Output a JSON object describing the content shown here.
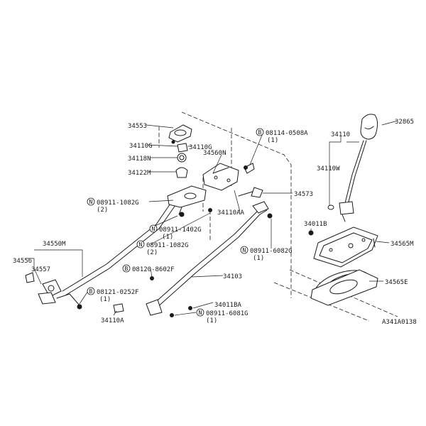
{
  "labels": {
    "p32865": "32865",
    "p34110": "34110",
    "p34110W": "34110W",
    "p34553": "34553",
    "p34110G_left": "34110G",
    "p34110G_right": "34110G",
    "p34118N": "34118N",
    "p34560N": "34560N",
    "p34122M": "34122M",
    "p08114": "08114-0508A",
    "p08114_qty": "(1)",
    "p34573": "34573",
    "p08911_1082G_a": "08911-1082G",
    "p08911_1082G_a_qty": "(2)",
    "p34110AA": "34110AA",
    "p34011B": "34011B",
    "p34565M": "34565M",
    "p08911_1402G": "08911-1402G",
    "p08911_1402G_qty": "(1)",
    "p08911_1082G_b": "08911-1082G",
    "p08911_1082G_b_qty": "(2)",
    "p08911_6082G": "08911-6082G",
    "p08911_6082G_qty": "(1)",
    "p34550M": "34550M",
    "p34556": "34556",
    "p34557": "34557",
    "p08120": "08120-8602F",
    "p34103": "34103",
    "p34565E": "34565E",
    "p08121": "08121-0252F",
    "p08121_qty": "(1)",
    "p34011BA": "34011BA",
    "p08911_6081G": "08911-6081G",
    "p08911_6081G_qty": "(1)",
    "p34110A": "34110A",
    "diagram_code": "A341A0138"
  },
  "prefixes": {
    "n": "N",
    "b": "B"
  }
}
